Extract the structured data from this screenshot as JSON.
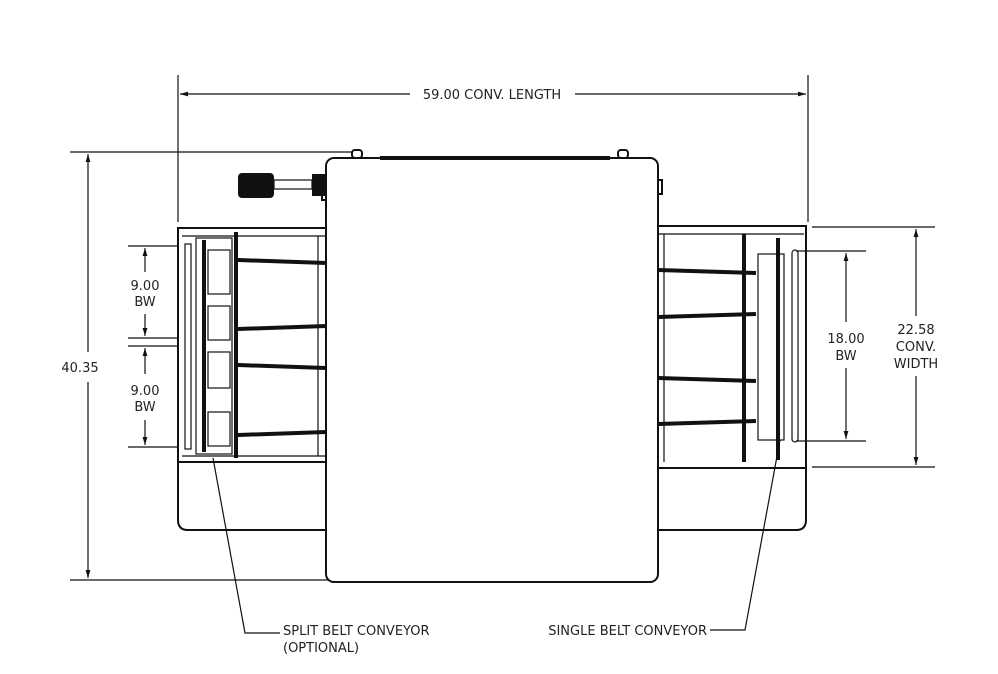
{
  "dimensions": {
    "conv_length": "59.00 CONV. LENGTH",
    "overall_height": "40.35",
    "split_bw_top": {
      "value": "9.00",
      "unit": "BW"
    },
    "split_bw_bottom": {
      "value": "9.00",
      "unit": "BW"
    },
    "single_bw": {
      "value": "18.00",
      "unit": "BW"
    },
    "conv_width": {
      "value": "22.58",
      "line1": "CONV.",
      "line2": "WIDTH"
    }
  },
  "callouts": {
    "split_belt": {
      "line1": "SPLIT BELT CONVEYOR",
      "line2": "(OPTIONAL)"
    },
    "single_belt": "SINGLE BELT CONVEYOR"
  },
  "colors": {
    "line": "#111111",
    "text": "#222222",
    "background": "#ffffff"
  }
}
